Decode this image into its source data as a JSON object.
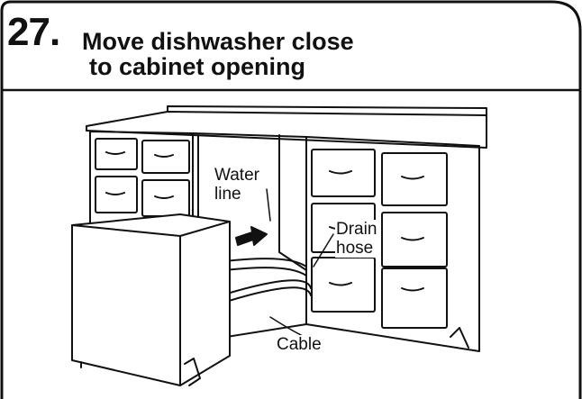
{
  "step": {
    "number": "27.",
    "title_line1": "Move dishwasher close",
    "title_line2": "to cabinet opening"
  },
  "callouts": {
    "water_line_1": "Water",
    "water_line_2": "line",
    "drain_hose_1": "Drain",
    "drain_hose_2": "hose",
    "cable": "Cable"
  },
  "icons": {
    "direction_arrow": "right-arrow-icon"
  },
  "colors": {
    "line": "#111111",
    "background": "#ffffff"
  }
}
